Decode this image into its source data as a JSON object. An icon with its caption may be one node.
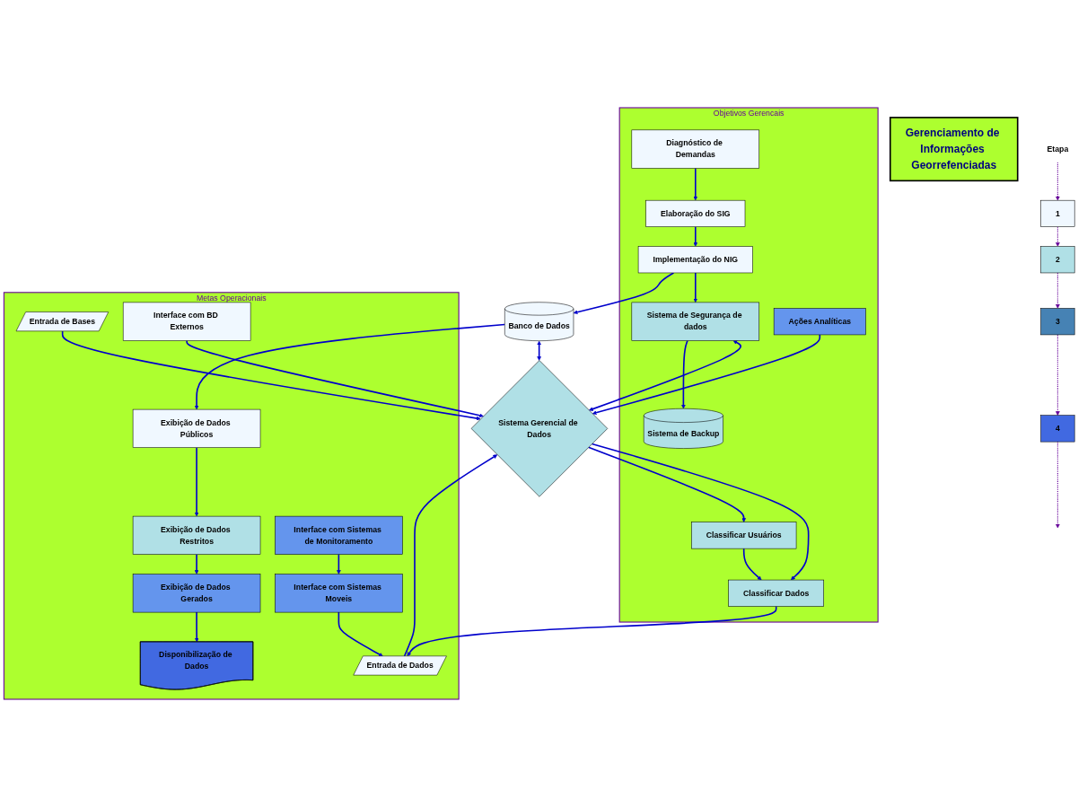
{
  "diagram": {
    "nodes": [
      {
        "text": [
          "Gerenciamento de Informações Georrefenciadas"
        ]
      },
      {
        "text": [
          "Objetivos Gerencais"
        ]
      },
      {
        "text": [
          "Metas Operacionais"
        ]
      },
      {
        "text": [
          "Diagnóstico de Demandas"
        ],
        "in": 1
      },
      {
        "text": [
          "Elaboração do SIG"
        ],
        "in": 1
      },
      {
        "text": [
          "Implementação do NIG"
        ],
        "in": 1
      },
      {
        "text": [
          "Sistema de Backup"
        ],
        "in": 1
      },
      {
        "text": [
          "Sistema de Segurança de dados"
        ],
        "in": 1
      },
      {
        "text": [
          "Classificar Usuários"
        ],
        "in": 1
      },
      {
        "text": [
          "Classificar Dados"
        ],
        "in": 1
      },
      {
        "text": [
          "Ações Analíticas"
        ],
        "in": 1
      },
      {
        "text": [
          "Banco de Dados"
        ]
      },
      {
        "text": [
          "Sistema Gerencial de Dados"
        ]
      },
      {
        "text": [
          "Exibição de Dados Públicos"
        ],
        "in": 2
      },
      {
        "text": [
          "Entrada de Bases"
        ],
        "in": 2
      },
      {
        "text": [
          "Interface com BD Externos"
        ],
        "in": 2
      },
      {
        "text": [
          "Exibição de Dados Restritos"
        ],
        "in": 2
      },
      {
        "text": [
          "Entrada de Dados"
        ],
        "in": 2
      },
      {
        "text": [
          "Exibição de Dados Gerados"
        ],
        "in": 2
      },
      {
        "text": [
          "Interface com Sistemas Moveis"
        ],
        "in": 2
      },
      {
        "text": [
          "Interface com Sistemas de Monitoramento"
        ],
        "in": 2
      },
      {
        "text": [
          "Disponibilização de Dados"
        ],
        "in": 2
      },
      {
        "text": [
          "Etapa"
        ]
      },
      {
        "text": [
          "1"
        ]
      },
      {
        "text": [
          "2"
        ]
      },
      {
        "text": [
          "3"
        ]
      },
      {
        "text": [
          "4"
        ]
      }
    ],
    "edges": [
      {
        "from": 3,
        "to": 4,
        "arrow": "to"
      },
      {
        "from": 4,
        "to": 5,
        "arrow": "to"
      },
      {
        "from": 5,
        "to": 11,
        "arrow": "to"
      },
      {
        "from": 11,
        "to": 13,
        "arrow": "to"
      },
      {
        "from": 5,
        "to": 7,
        "arrow": "to"
      },
      {
        "from": 7,
        "to": 6,
        "arrow": "to"
      },
      {
        "from": 7,
        "to": 12,
        "arrow": "both"
      },
      {
        "from": 11,
        "to": 12,
        "arrow": "both"
      },
      {
        "from": 14,
        "to": 12,
        "arrow": "to"
      },
      {
        "from": 15,
        "to": 12,
        "arrow": "to"
      },
      {
        "from": 12,
        "to": 8,
        "arrow": "to"
      },
      {
        "from": 12,
        "to": 9,
        "arrow": "to"
      },
      {
        "from": 17,
        "to": 12,
        "arrow": "to"
      },
      {
        "from": 8,
        "to": 9,
        "arrow": "to"
      },
      {
        "from": 9,
        "to": 17,
        "arrow": "to"
      },
      {
        "from": 10,
        "to": 12,
        "arrow": "to"
      },
      {
        "from": 13,
        "to": 16,
        "arrow": "to"
      },
      {
        "from": 16,
        "to": 18,
        "arrow": "to"
      },
      {
        "from": 18,
        "to": 21,
        "arrow": "to"
      },
      {
        "from": 19,
        "to": 17,
        "arrow": "to"
      },
      {
        "from": 20,
        "to": 19,
        "arrow": "to"
      },
      {
        "from": 22,
        "to": 23,
        "arrow": "to",
        "style": "dashed",
        "color": "#660099"
      },
      {
        "from": 23,
        "to": 24,
        "arrow": "to",
        "style": "dashed",
        "color": "#660099"
      },
      {
        "from": 24,
        "to": 25,
        "arrow": "to",
        "style": "dashed",
        "color": "#660099"
      },
      {
        "from": 25,
        "to": 26,
        "arrow": "to",
        "style": "dashed",
        "color": "#660099"
      },
      {
        "from": 26,
        "to": null,
        "arrow": "to",
        "style": "dashed",
        "color": "#660099"
      }
    ]
  }
}
